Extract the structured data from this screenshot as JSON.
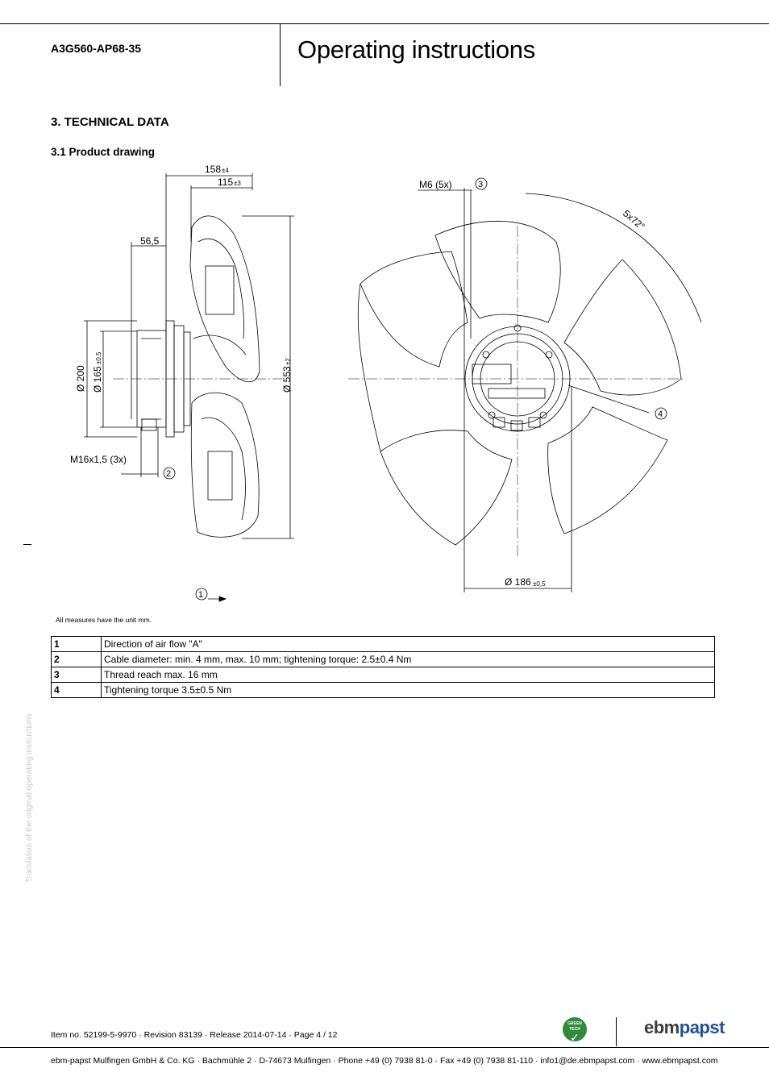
{
  "header": {
    "doc_id": "A3G560-AP68-35",
    "title": "Operating instructions"
  },
  "section": {
    "heading": "3. TECHNICAL DATA",
    "subheading": "3.1 Product drawing"
  },
  "drawing": {
    "dimensions": {
      "d158": "158",
      "d158_tol": "±4",
      "d115": "115",
      "d115_tol": "±3",
      "d56_5": "56,5",
      "d200": "Ø 200",
      "d165": "Ø 165",
      "d165_tol": "±0,5",
      "d553": "Ø 553",
      "d553_tol": "±2",
      "m16": "M16x1,5 (3x)",
      "m6": "M6 (5x)",
      "angle": "5x72°",
      "d186": "Ø 186",
      "d186_tol": "±0,5"
    },
    "callouts": [
      "1",
      "2",
      "3",
      "4"
    ]
  },
  "units_note": "All measures have the unit mm.",
  "notes_table": [
    {
      "num": "1",
      "text": "Direction of air flow \"A\""
    },
    {
      "num": "2",
      "text": "Cable diameter: min. 4 mm, max. 10 mm; tightening torque: 2.5±0.4 Nm"
    },
    {
      "num": "3",
      "text": "Thread reach max. 16 mm"
    },
    {
      "num": "4",
      "text": "Tightening torque 3.5±0.5 Nm"
    }
  ],
  "side_note": "Translation of the original operating instructions",
  "footer": {
    "item_line": "Item no. 52199-5-9970 · Revision 83139 · Release 2014-07-14 · Page 4 / 12",
    "company_line": "ebm-papst Mulfingen GmbH & Co. KG · Bachmühle 2 · D-74673 Mulfingen · Phone +49 (0) 7938 81-0 · Fax +49 (0) 7938 81-110 · info1@de.ebmpapst.com · www.ebmpapst.com",
    "badge_text": "GREEN TECH",
    "logo_ebm": "ebm",
    "logo_papst": "papst"
  },
  "colors": {
    "badge_green": "#2f8a3a",
    "logo_blue": "#1d4fa0",
    "side_note_gray": "#c8c8c8"
  }
}
